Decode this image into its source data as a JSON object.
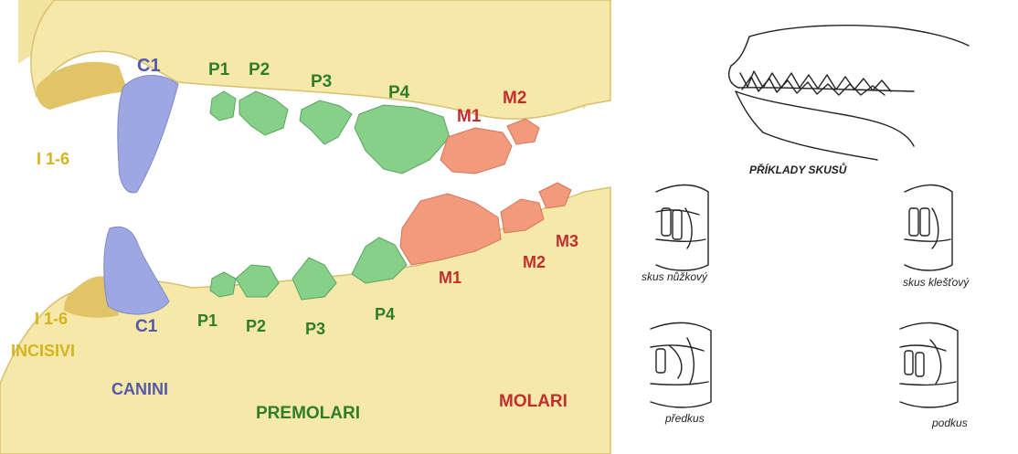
{
  "colors": {
    "bone": "#f3e3a0",
    "bone_dark": "#d8c070",
    "incisor": "#e2c468",
    "canine": "#9da7e2",
    "premolar": "#86d08a",
    "molar": "#f49a7c",
    "text_incisor": "#d5b31e",
    "text_canine": "#5658a8",
    "text_premolar": "#2f7d2b",
    "text_molar": "#c42d2d",
    "line": "#222222"
  },
  "left": {
    "upper": {
      "c1": "C1",
      "p1": "P1",
      "p2": "P2",
      "p3": "P3",
      "p4": "P4",
      "m1": "M1",
      "m2": "M2",
      "incisors": "I 1-6"
    },
    "lower": {
      "c1": "C1",
      "p1": "P1",
      "p2": "P2",
      "p3": "P3",
      "p4": "P4",
      "m1": "M1",
      "m2": "M2",
      "m3": "M3",
      "incisors": "I 1-6"
    },
    "categories": {
      "incisivi": "INCISIVI",
      "canini": "CANINI",
      "premolari": "PREMOLARI",
      "molari": "MOLARI"
    }
  },
  "right": {
    "title": "PŘÍKLADY SKUSŮ",
    "captions": {
      "scissor": "skus nůžkový",
      "level": "skus klešťový",
      "overshot": "předkus",
      "undershot": "podkus"
    }
  }
}
